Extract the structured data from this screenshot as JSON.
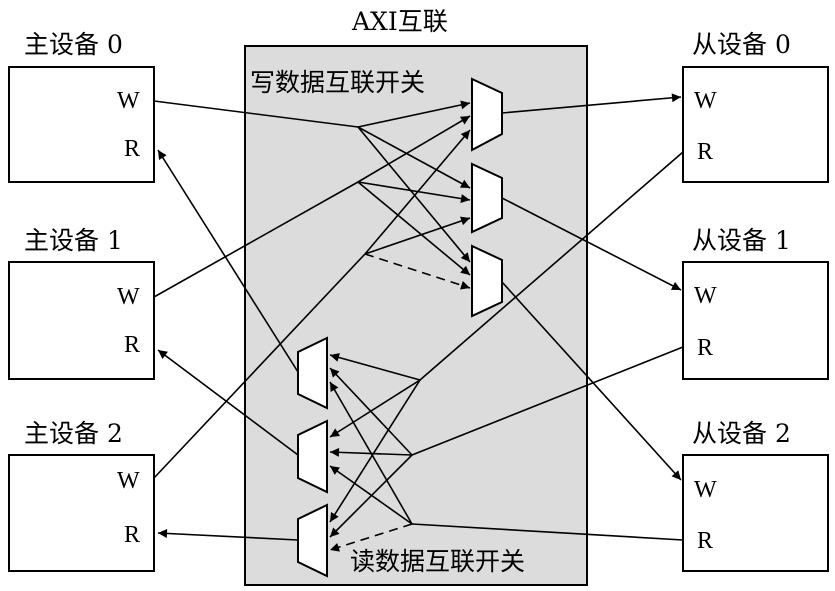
{
  "interconnect": {
    "title": "AXI互联"
  },
  "write_switch": {
    "label": "写数据互联开关"
  },
  "read_switch": {
    "label": "读数据互联开关"
  },
  "masters": [
    {
      "name": "主设备 0",
      "w": "W",
      "r": "R"
    },
    {
      "name": "主设备 1",
      "w": "W",
      "r": "R"
    },
    {
      "name": "主设备 2",
      "w": "W",
      "r": "R"
    }
  ],
  "slaves": [
    {
      "name": "从设备 0",
      "w": "W",
      "r": "R"
    },
    {
      "name": "从设备 1",
      "w": "W",
      "r": "R"
    },
    {
      "name": "从设备 2",
      "w": "W",
      "r": "R"
    }
  ],
  "colors": {
    "interconnect_fill": "#dcdcdc",
    "stroke": "#000000"
  }
}
